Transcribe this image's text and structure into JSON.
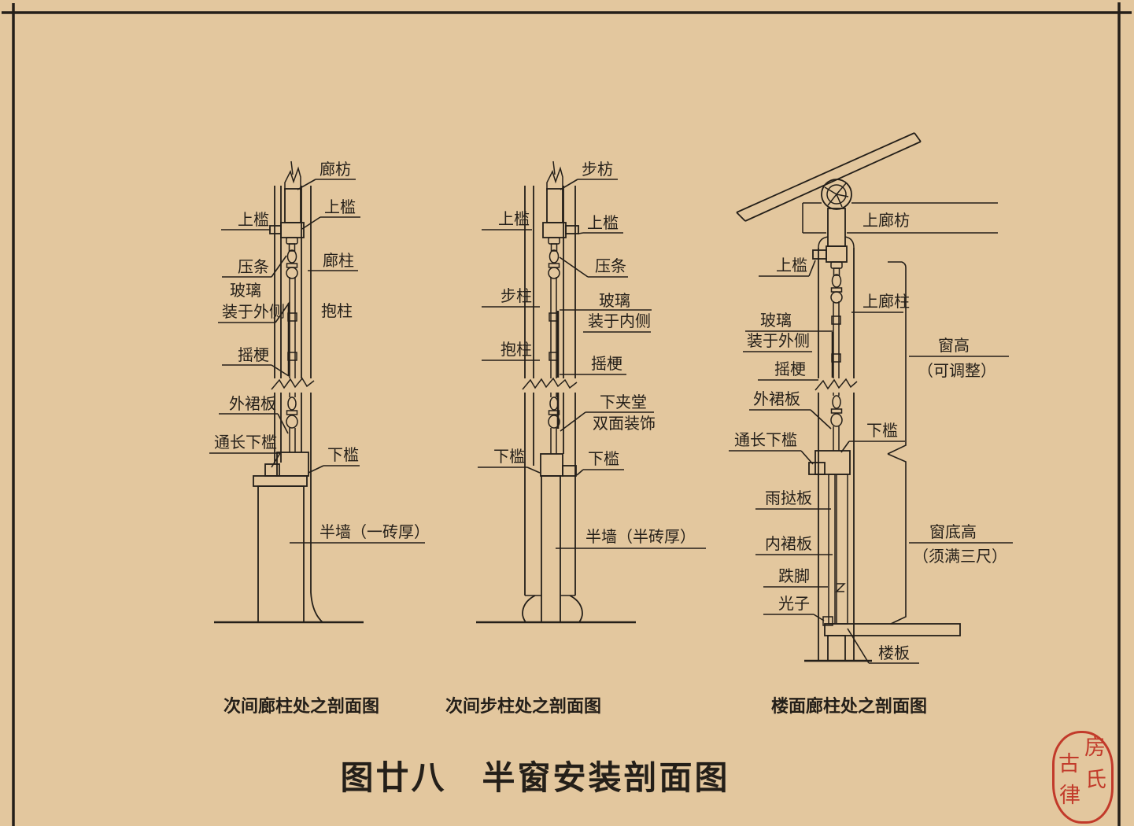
{
  "colors": {
    "paper": "#e3c79e",
    "ink": "#241f19",
    "seal_red": "#c23a2a"
  },
  "title": "图廿八　半窗安装剖面图",
  "s1": {
    "beam": "廊枋",
    "top_rail_left": "上槛",
    "top_rail_right": "上槛",
    "bead": "压条",
    "glass": "玻璃",
    "glass2": "装于外侧",
    "column": "廊柱",
    "hug_post": "抱柱",
    "pivot": "摇梗",
    "outer_skirt": "外裙板",
    "through_sill": "通长下槛",
    "sill": "下槛",
    "wall": "半墙（一砖厚）",
    "caption": "次间廊柱处之剖面图"
  },
  "s2": {
    "beam": "步枋",
    "top_rail_left": "上槛",
    "top_rail_right": "上槛",
    "bead": "压条",
    "column": "步柱",
    "glass": "玻璃",
    "glass2": "装于内侧",
    "hug_post": "抱柱",
    "pivot": "摇梗",
    "lower_panel": "下夹堂",
    "lower_panel2": "双面装饰",
    "sill_left": "下槛",
    "sill_right": "下槛",
    "wall": "半墙（半砖厚）",
    "caption": "次间步柱处之剖面图"
  },
  "s3": {
    "upper_beam": "上廊枋",
    "top_rail": "上槛",
    "upper_column": "上廊柱",
    "glass": "玻璃",
    "glass2": "装于外侧",
    "pivot": "摇梗",
    "outer_skirt": "外裙板",
    "through_sill": "通长下槛",
    "sill": "下槛",
    "rain_board": "雨挞板",
    "inner_skirt": "内裙板",
    "die_jiao": "跌脚",
    "guang_zi": "光子",
    "floor_board": "楼板",
    "window_height": "窗高",
    "window_height2": "（可调整）",
    "window_base": "窗底高",
    "window_base2": "（须满三尺）",
    "caption": "楼面廊柱处之剖面图"
  },
  "seal": {
    "c1": "房",
    "c2": "氏",
    "c3": "古",
    "c4": "律"
  }
}
